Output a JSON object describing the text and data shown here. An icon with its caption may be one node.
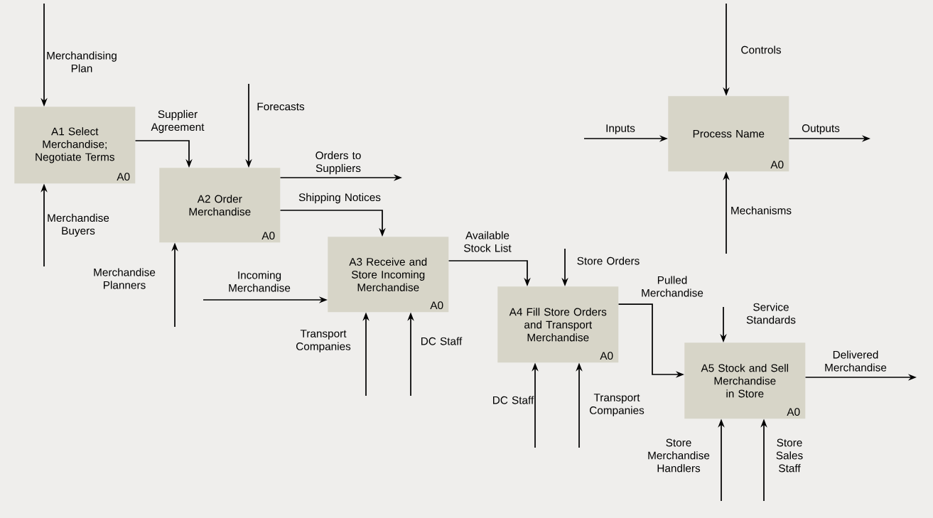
{
  "diagram": {
    "nodes": [
      {
        "text": [
          "A1 Select Merchandise; Negotiate Terms",
          "A0"
        ]
      },
      {
        "text": [
          "A2 Order Merchandise",
          "A0"
        ]
      },
      {
        "text": [
          "A3 Receive and Store Incoming Merchandise",
          "A0"
        ]
      },
      {
        "text": [
          "A4 Fill Store Orders and Transport Merchandise",
          "A0"
        ]
      },
      {
        "text": [
          "A5 Stock and Sell Merchandise in Store",
          "A0"
        ]
      },
      {
        "text": [
          "Process Name",
          "A0"
        ]
      }
    ],
    "edges": [
      {
        "from": null,
        "to": 0,
        "arrow": "to",
        "label": "Merchandising Plan"
      },
      {
        "from": null,
        "to": 0,
        "arrow": "to",
        "label": "Merchandise Buyers"
      },
      {
        "from": 0,
        "to": 1,
        "arrow": "to",
        "label": "Supplier Agreement"
      },
      {
        "from": null,
        "to": 1,
        "arrow": "to",
        "label": "Forecasts"
      },
      {
        "from": 1,
        "to": null,
        "arrow": "to",
        "label": "Orders to Suppliers"
      },
      {
        "from": null,
        "to": 1,
        "arrow": "to",
        "label": "Merchandise Planners"
      },
      {
        "from": 1,
        "to": 2,
        "arrow": "to",
        "label": "Shipping Notices"
      },
      {
        "from": null,
        "to": 2,
        "arrow": "to",
        "label": "Incoming Merchandise"
      },
      {
        "from": null,
        "to": 2,
        "arrow": "to",
        "label": "Transport Companies"
      },
      {
        "from": null,
        "to": 2,
        "arrow": "to",
        "label": "DC Staff"
      },
      {
        "from": 2,
        "to": 3,
        "arrow": "to",
        "label": "Available Stock List"
      },
      {
        "from": null,
        "to": 3,
        "arrow": "to",
        "label": "Store Orders"
      },
      {
        "from": null,
        "to": 3,
        "arrow": "to",
        "label": "DC Staff"
      },
      {
        "from": null,
        "to": 3,
        "arrow": "to",
        "label": "Transport Companies"
      },
      {
        "from": 3,
        "to": 4,
        "arrow": "to",
        "label": "Pulled Merchandise"
      },
      {
        "from": null,
        "to": 4,
        "arrow": "to",
        "label": "Service Standards"
      },
      {
        "from": 4,
        "to": null,
        "arrow": "to",
        "label": "Delivered Merchandise"
      },
      {
        "from": null,
        "to": 4,
        "arrow": "to",
        "label": "Store Merchandise Handlers"
      },
      {
        "from": null,
        "to": 4,
        "arrow": "to",
        "label": "Store Sales Staff"
      },
      {
        "from": null,
        "to": 5,
        "arrow": "to",
        "label": "Controls"
      },
      {
        "from": null,
        "to": 5,
        "arrow": "to",
        "label": "Inputs"
      },
      {
        "from": 5,
        "to": null,
        "arrow": "to",
        "label": "Outputs"
      },
      {
        "from": null,
        "to": 5,
        "arrow": "to",
        "label": "Mechanisms"
      }
    ]
  }
}
